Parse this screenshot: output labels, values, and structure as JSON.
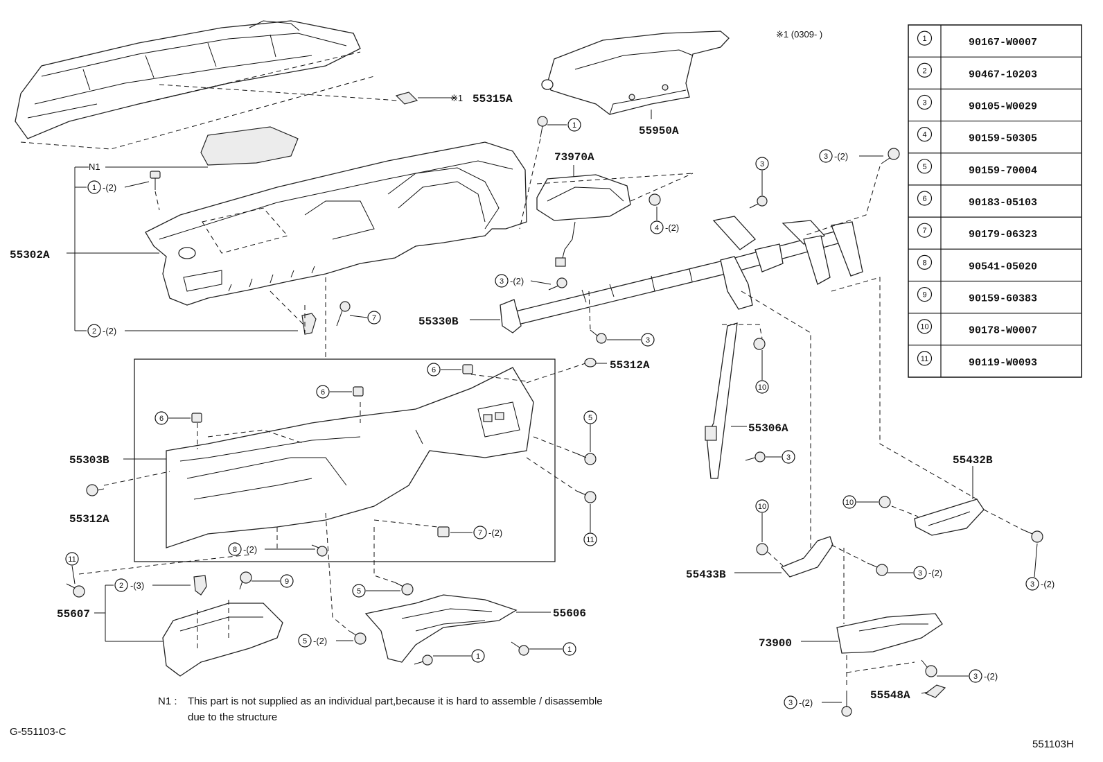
{
  "diagram_code": "G-551103-C",
  "page_code": "551103H",
  "date_note": "※1 (0309-       )",
  "footnote": {
    "marker": "N1 :",
    "line1": "This part is not supplied as an individual part,because it is hard to assemble / disassemble",
    "line2": "due to the structure"
  },
  "labels": {
    "p55315A": "55315A",
    "p55315A_prefix": "※1",
    "p55950A": "55950A",
    "p73970A": "73970A",
    "p55302A": "55302A",
    "p55330B": "55330B",
    "p55312A_top": "55312A",
    "p55303B": "55303B",
    "p55312A_left": "55312A",
    "p55306A": "55306A",
    "p55432B": "55432B",
    "p55433B": "55433B",
    "p55607": "55607",
    "p55606": "55606",
    "p73900": "73900",
    "p55548A": "55548A",
    "n1": "N1"
  },
  "qty": {
    "q2": "-(2)",
    "q3": "-(3)"
  },
  "fasteners": [
    {
      "ref": "1",
      "part": "90167-W0007"
    },
    {
      "ref": "2",
      "part": "90467-10203"
    },
    {
      "ref": "3",
      "part": "90105-W0029"
    },
    {
      "ref": "4",
      "part": "90159-50305"
    },
    {
      "ref": "5",
      "part": "90159-70004"
    },
    {
      "ref": "6",
      "part": "90183-05103"
    },
    {
      "ref": "7",
      "part": "90179-06323"
    },
    {
      "ref": "8",
      "part": "90541-05020"
    },
    {
      "ref": "9",
      "part": "90159-60383"
    },
    {
      "ref": "10",
      "part": "90178-W0007"
    },
    {
      "ref": "11",
      "part": "90119-W0093"
    }
  ]
}
